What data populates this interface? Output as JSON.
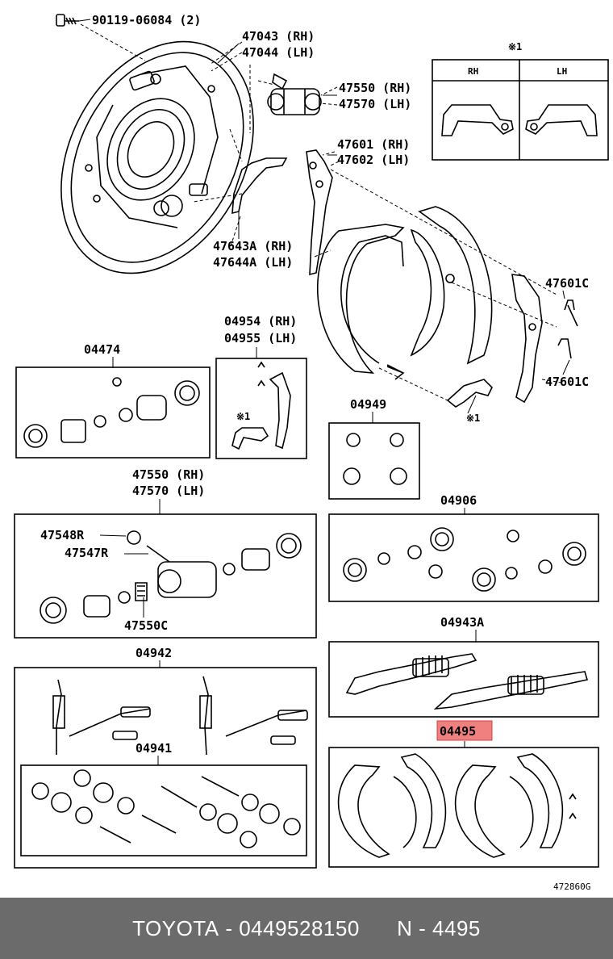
{
  "diagram": {
    "labels": {
      "p_90119": "90119-06084 (2)",
      "p_47043": "47043 (RH)",
      "p_47044": "47044 (LH)",
      "p_47550_top": "47550 (RH)",
      "p_47570_top": "47570 (LH)",
      "p_47601": "47601 (RH)",
      "p_47602": "47602 (LH)",
      "p_47643A": "47643A (RH)",
      "p_47644A": "47644A (LH)",
      "p_47601C_a": "47601C",
      "p_47601C_b": "47601C",
      "p_04954": "04954 (RH)",
      "p_04955": "04955 (LH)",
      "p_04474": "04474",
      "p_04949": "04949",
      "p_47550_box": "47550 (RH)",
      "p_47570_box": "47570 (LH)",
      "p_47548R": "47548R",
      "p_47547R": "47547R",
      "p_47550C": "47550C",
      "p_04906": "04906",
      "p_04942": "04942",
      "p_04941": "04941",
      "p_04943A": "04943A",
      "p_04495": "04495",
      "ref_mark_1": "※1",
      "ref_mark_2": "※1",
      "ref_mark_3": "※1",
      "rh": "RH",
      "lh": "LH",
      "drawing_no": "472860G"
    },
    "highlight_color": "#f08080"
  },
  "footer": {
    "brand": "TOYOTA",
    "sep1": " - ",
    "part_number": "0449528150",
    "gap": "      ",
    "ref": "N - 4495"
  }
}
